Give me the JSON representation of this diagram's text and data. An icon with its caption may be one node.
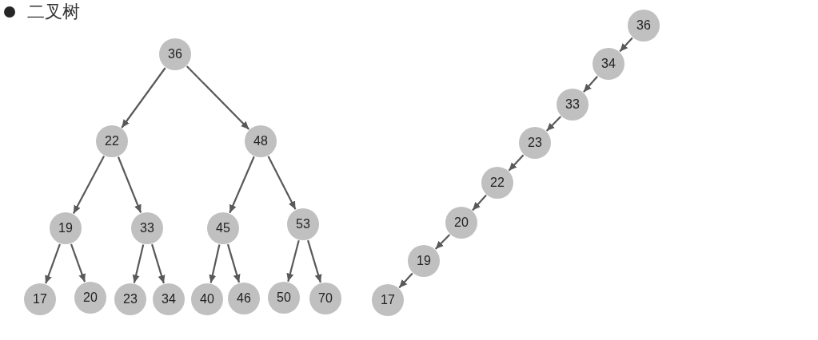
{
  "diagram": {
    "title": "二叉树",
    "nodes": [
      {
        "text": [
          "36"
        ]
      },
      {
        "text": [
          "22"
        ]
      },
      {
        "text": [
          "48"
        ]
      },
      {
        "text": [
          "19"
        ]
      },
      {
        "text": [
          "33"
        ]
      },
      {
        "text": [
          "45"
        ]
      },
      {
        "text": [
          "53"
        ]
      },
      {
        "text": [
          "17"
        ]
      },
      {
        "text": [
          "20"
        ]
      },
      {
        "text": [
          "23"
        ]
      },
      {
        "text": [
          "34"
        ]
      },
      {
        "text": [
          "40"
        ]
      },
      {
        "text": [
          "46"
        ]
      },
      {
        "text": [
          "50"
        ]
      },
      {
        "text": [
          "70"
        ]
      },
      {
        "text": [
          "36"
        ]
      },
      {
        "text": [
          "34"
        ]
      },
      {
        "text": [
          "33"
        ]
      },
      {
        "text": [
          "23"
        ]
      },
      {
        "text": [
          "22"
        ]
      },
      {
        "text": [
          "20"
        ]
      },
      {
        "text": [
          "19"
        ]
      },
      {
        "text": [
          "17"
        ]
      }
    ],
    "edges": [
      {
        "from": 0,
        "to": 1,
        "arrow": "to"
      },
      {
        "from": 0,
        "to": 2,
        "arrow": "to"
      },
      {
        "from": 1,
        "to": 3,
        "arrow": "to"
      },
      {
        "from": 1,
        "to": 4,
        "arrow": "to"
      },
      {
        "from": 2,
        "to": 5,
        "arrow": "to"
      },
      {
        "from": 2,
        "to": 6,
        "arrow": "to"
      },
      {
        "from": 3,
        "to": 7,
        "arrow": "to"
      },
      {
        "from": 3,
        "to": 8,
        "arrow": "to"
      },
      {
        "from": 4,
        "to": 9,
        "arrow": "to"
      },
      {
        "from": 4,
        "to": 10,
        "arrow": "to"
      },
      {
        "from": 5,
        "to": 11,
        "arrow": "to"
      },
      {
        "from": 5,
        "to": 12,
        "arrow": "to"
      },
      {
        "from": 6,
        "to": 13,
        "arrow": "to"
      },
      {
        "from": 6,
        "to": 14,
        "arrow": "to"
      },
      {
        "from": 15,
        "to": 16,
        "arrow": "to"
      },
      {
        "from": 16,
        "to": 17,
        "arrow": "to"
      },
      {
        "from": 17,
        "to": 18,
        "arrow": "to"
      },
      {
        "from": 18,
        "to": 19,
        "arrow": "to"
      },
      {
        "from": 19,
        "to": 20,
        "arrow": "to"
      },
      {
        "from": 20,
        "to": 21,
        "arrow": "to"
      },
      {
        "from": 21,
        "to": 22,
        "arrow": "to"
      }
    ]
  }
}
